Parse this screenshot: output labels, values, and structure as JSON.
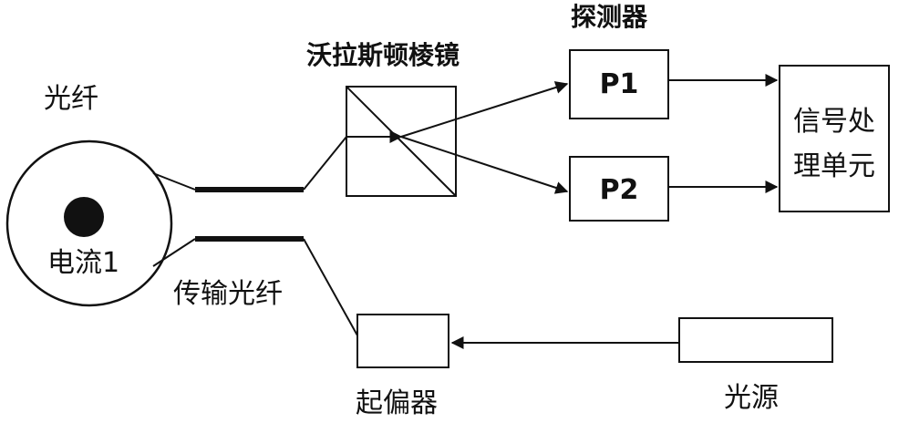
{
  "labels": {
    "fiber": "光纤",
    "current": "电流1",
    "wollaston_prism": "沃拉斯顿棱镜",
    "detector": "探测器",
    "p1": "P1",
    "p2": "P2",
    "signal_processing_line1": "信号处",
    "signal_processing_line2": "理单元",
    "transmission_fiber": "传输光纤",
    "polarizer": "起偏器",
    "light_source": "光源"
  }
}
